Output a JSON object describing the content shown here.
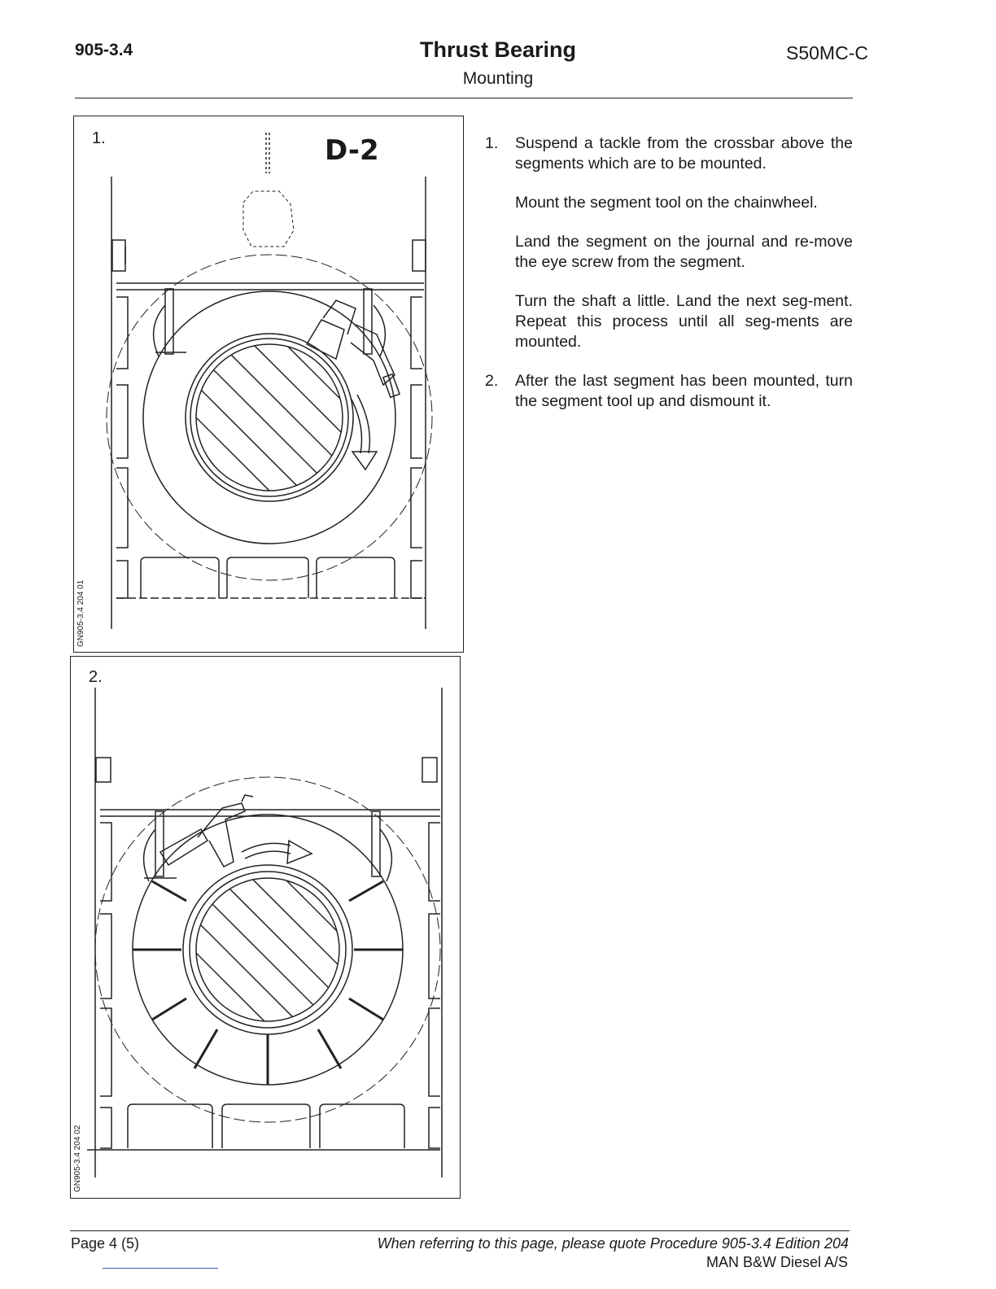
{
  "header": {
    "procedure": "905-3.4",
    "title": "Thrust Bearing",
    "subtitle": "Mounting",
    "model": "S50MC-C"
  },
  "figures": [
    {
      "number": "1.",
      "ref": "GN905-3.4 204 01",
      "label": "D-2"
    },
    {
      "number": "2.",
      "ref": "GN905-3.4 204 02"
    }
  ],
  "steps": [
    {
      "number": "1.",
      "paragraphs": [
        "Suspend a tackle from the crossbar above the segments which are to be mounted.",
        "Mount the segment tool on the chainwheel.",
        "Land the segment on the journal and re-move the eye screw from the segment.",
        "Turn the shaft a little. Land the next seg-ment. Repeat this process until all seg-ments are mounted."
      ]
    },
    {
      "number": "2.",
      "paragraphs": [
        "After the last segment has been mounted, turn the segment tool up and dismount it."
      ]
    }
  ],
  "footer": {
    "page": "Page 4 (5)",
    "reference": "When referring to this page, please quote Procedure 905-3.4 Edition 204",
    "company": "MAN B&W Diesel A/S"
  }
}
